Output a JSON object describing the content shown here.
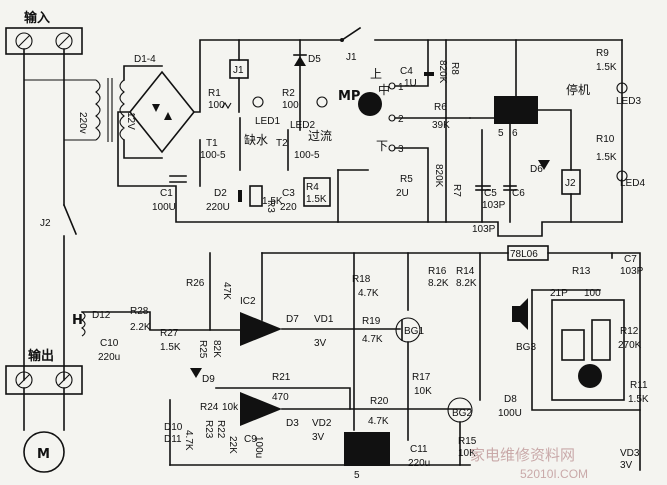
{
  "texts": {
    "input": "输入",
    "output": "输出",
    "water_short": "缺水",
    "overflow": "过流",
    "stop": "停机",
    "motor": "M",
    "mp": "MP",
    "up": "上",
    "mid": "中",
    "down": "下",
    "n1": "1",
    "n2": "2",
    "n3": "3",
    "i5": "5",
    "i6": "6",
    "icon5": "5",
    "t1": "T1",
    "t2": "T2",
    "watermark": "家电维修资料网",
    "watermark_url": "52010I.COM"
  },
  "labels": {
    "v220": "220v",
    "v12": "12V",
    "d14": "D1-4",
    "j1": "J1",
    "j1b": "J1",
    "j2": "J2",
    "j2b": "J2",
    "d5": "D5",
    "r1": "R1",
    "r1v": "100",
    "r2": "R2",
    "r2v": "100",
    "led1": "LED1",
    "led2": "LED2",
    "t1v": "100-5",
    "t2v": "100-5",
    "c1": "C1",
    "c1v": "100U",
    "d2": "D2",
    "d2v": "220U",
    "c3": "C3",
    "c3v": "220",
    "r3": "R3",
    "r3v": "1.5K",
    "r4": "R4",
    "r4v": "1.5K",
    "c4": "C4",
    "c4v": "1U",
    "r8": "R8",
    "r8v": "820K",
    "r6": "R6",
    "r6v": "39K",
    "r5": "R5",
    "r5v": "2U",
    "r7": "R7",
    "r7v": "820K",
    "c5": "C5",
    "c5v": "103P",
    "c6": "C6",
    "c6v": "103P",
    "d6": "D6",
    "r9": "R9",
    "r9v": "1.5K",
    "led3": "LED3",
    "r10": "R10",
    "r10v": "1.5K",
    "led4": "LED4",
    "ic2": "IC2",
    "r26": "R26",
    "r26v": "47K",
    "r18": "R18",
    "r18v": "4.7K",
    "r16": "R16",
    "r16v": "8.2K",
    "r14": "R14",
    "r14v": "8.2K",
    "ic78": "78L06",
    "c7": "C7",
    "c7v": "103P",
    "r13": "R13",
    "r13v": "21P",
    "r13v2": "100",
    "h": "H",
    "d12": "D12",
    "r28": "R28",
    "r28v": "2.2K",
    "r27": "R27",
    "r27v": "1.5K",
    "c10": "C10",
    "c10v": "220u",
    "r25": "R25",
    "r25v": "82K",
    "d7": "D7",
    "vd1": "VD1",
    "vd1v": "3V",
    "r19": "R19",
    "r19v": "4.7K",
    "bg1": "BG1",
    "d9": "D9",
    "r17": "R17",
    "r17v": "10K",
    "r21": "R21",
    "r21v": "470",
    "vd2": "VD2",
    "vd2v": "3V",
    "d8": "D8",
    "d8v": "100U",
    "bg2": "BG2",
    "r20": "R20",
    "r20v": "4.7K",
    "d10": "D10",
    "d11": "D11",
    "r24": "R24",
    "r24v": "10k",
    "r22": "R22",
    "r22v": "22K",
    "r23": "R23",
    "r23v": "4.7K",
    "c9": "C9",
    "c9v": "100u",
    "d3": "D3",
    "c11": "C11",
    "c11v": "220u",
    "r15": "R15",
    "r15v": "10K",
    "bg3": "BG3",
    "r12": "R12",
    "r12v": "270K",
    "r11": "R11",
    "r11v": "1.5K",
    "vd3": "VD3",
    "vd3v": "3V"
  }
}
